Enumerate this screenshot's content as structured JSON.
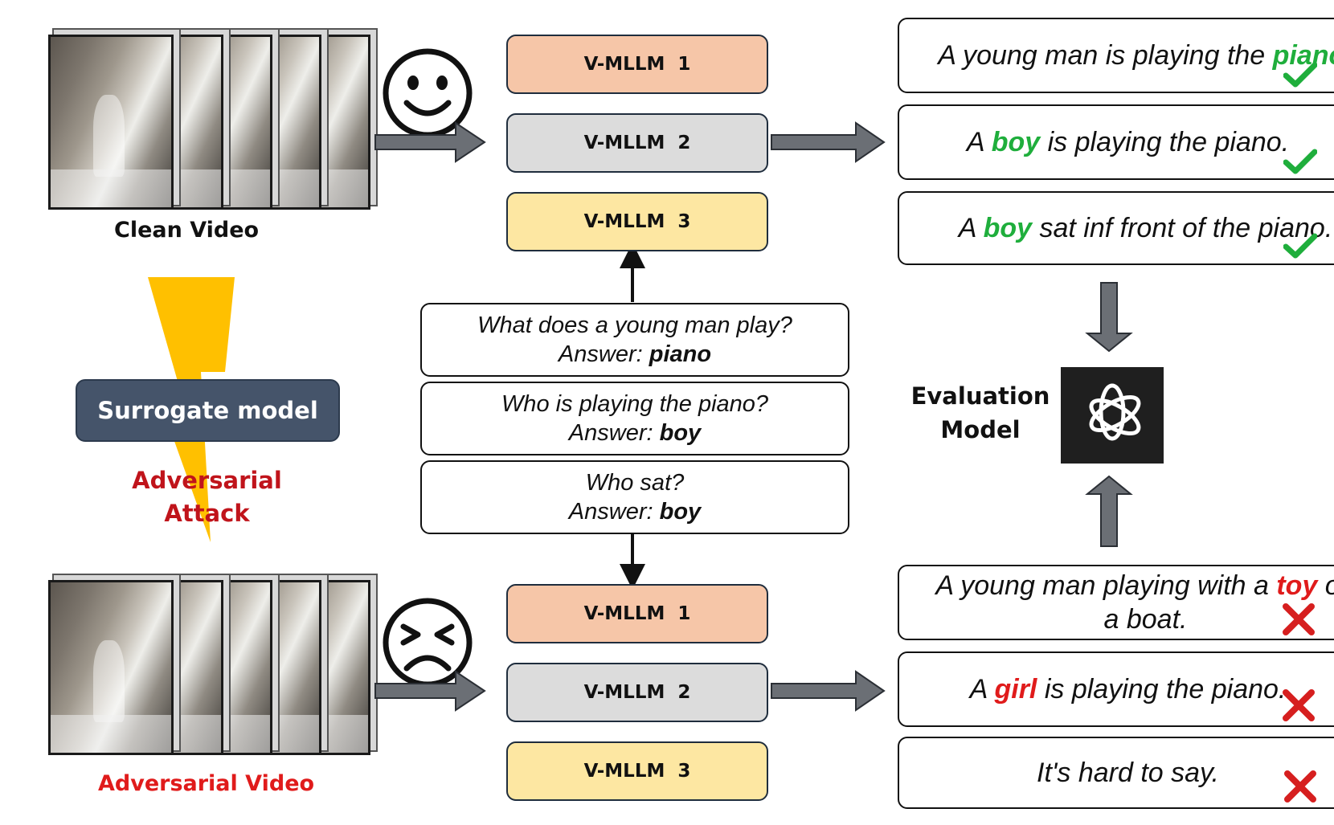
{
  "clean_video_label": "Clean Video",
  "adversarial_video_label": "Adversarial Video",
  "surrogate_model_label": "Surrogate model",
  "attack_label_line1": "Adversarial",
  "attack_label_line2": "Attack",
  "evaluation_model_line1": "Evaluation",
  "evaluation_model_line2": "Model",
  "clean_models": [
    "V-MLLM  1",
    "V-MLLM  2",
    "V-MLLM  3"
  ],
  "adversarial_models": [
    "V-MLLM  1",
    "V-MLLM  2",
    "V-MLLM  3"
  ],
  "questions": [
    {
      "question": "What does a young man play?",
      "answer_prefix": "Answer: ",
      "answer": "piano"
    },
    {
      "question": "Who is playing the piano?",
      "answer_prefix": "Answer: ",
      "answer": "boy"
    },
    {
      "question": "Who sat?",
      "answer_prefix": "Answer: ",
      "answer": "boy"
    }
  ],
  "clean_outputs": [
    {
      "before": "A young man is playing the ",
      "keyword": "piano",
      "after": ".",
      "verdict": "correct"
    },
    {
      "before": "A ",
      "keyword": "boy",
      "after": " is playing the piano.",
      "verdict": "correct"
    },
    {
      "before": "A ",
      "keyword": "boy",
      "after": " sat inf front of the piano.",
      "verdict": "correct"
    }
  ],
  "adversarial_outputs": [
    {
      "before": "A young man playing with a ",
      "keyword": "toy",
      "after": " on a boat.",
      "verdict": "incorrect"
    },
    {
      "before": "A ",
      "keyword": "girl",
      "after": " is playing the piano.",
      "verdict": "incorrect"
    },
    {
      "before": "",
      "keyword": "",
      "after": "It's hard to say.",
      "verdict": "incorrect"
    }
  ],
  "colors": {
    "correct_keyword": "#1fae3c",
    "incorrect_keyword": "#e01b1b",
    "model_1_fill": "#f6c6a8",
    "model_2_fill": "#dcdcdc",
    "model_3_fill": "#fde7a2",
    "surrogate_fill": "#45546a",
    "lightning": "#ffc000",
    "arrow_fill": "#6b6f75"
  },
  "icons": {
    "clean_face": "smiley-face-icon",
    "adversarial_face": "frowning-face-icon",
    "correct": "checkmark-icon",
    "incorrect": "cross-icon",
    "evaluator": "openai-logo-icon"
  }
}
